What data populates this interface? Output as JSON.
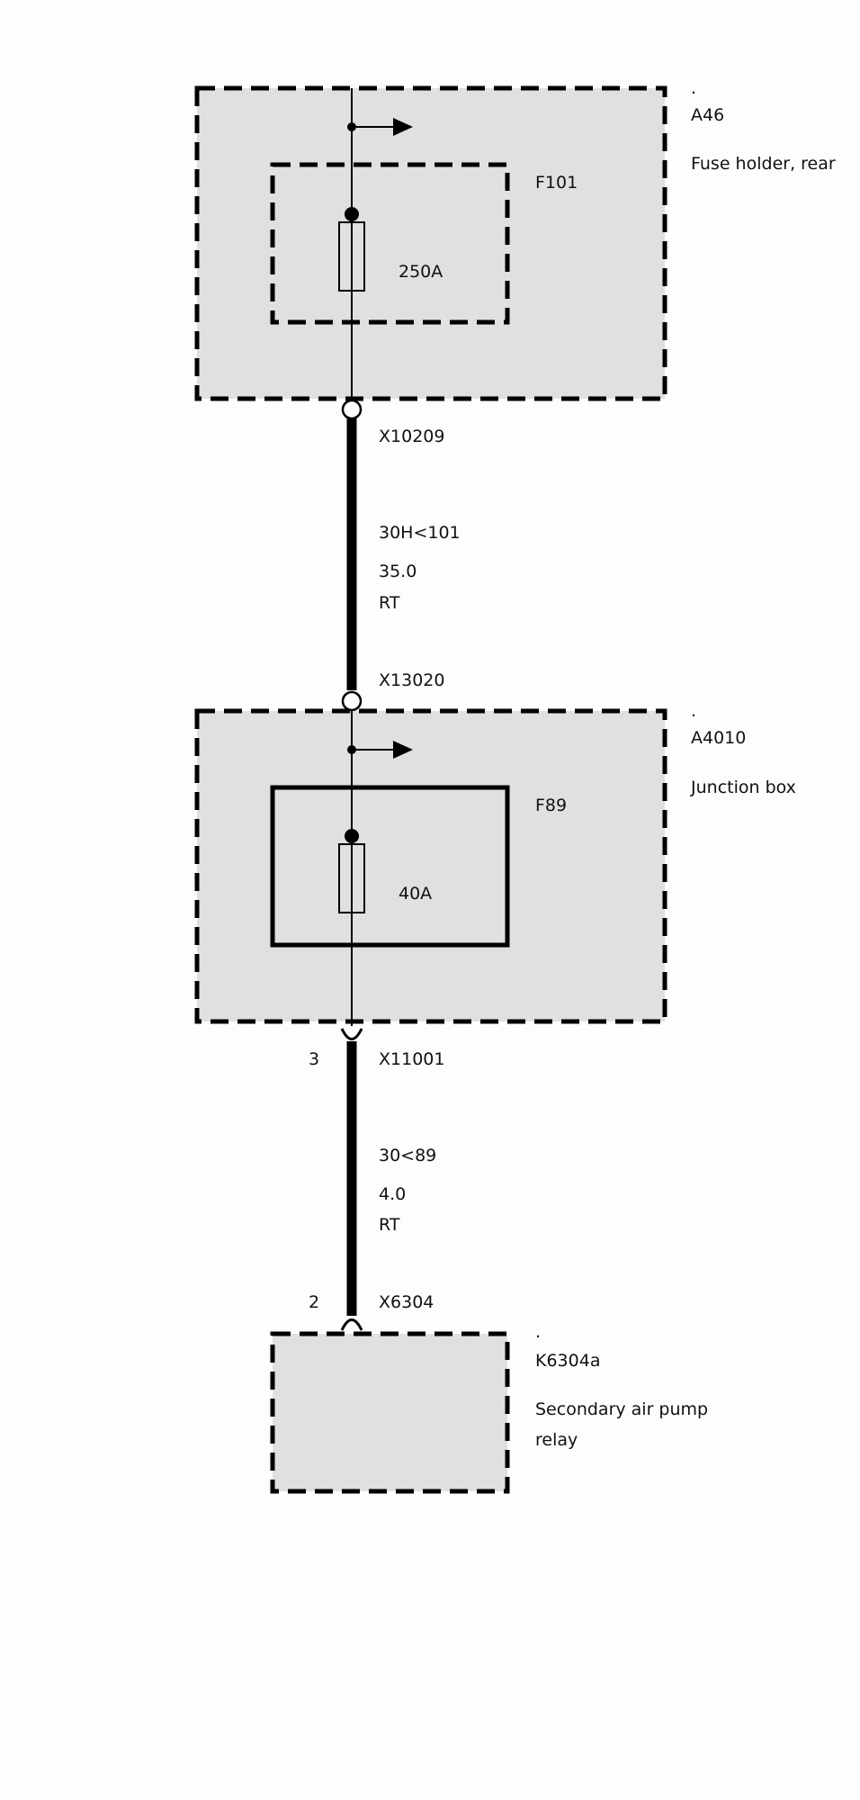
{
  "components": {
    "a46": {
      "dot": ".",
      "id": "A46",
      "name": "Fuse holder, rear"
    },
    "f101": {
      "id": "F101",
      "rating": "250A"
    },
    "a4010": {
      "dot": ".",
      "id": "A4010",
      "name": "Junction box"
    },
    "f89": {
      "id": "F89",
      "rating": "40A"
    },
    "k6304a": {
      "dot": ".",
      "id": "K6304a",
      "name_line1": "Secondary air pump",
      "name_line2": "relay"
    }
  },
  "connectors": {
    "x10209": "X10209",
    "x13020": "X13020",
    "x11001": {
      "id": "X11001",
      "pin": "3"
    },
    "x6304": {
      "id": "X6304",
      "pin": "2"
    }
  },
  "wires": {
    "w1": {
      "circuit": "30H<101",
      "cross_section": "35.0",
      "color": "RT"
    },
    "w2": {
      "circuit": "30<89",
      "cross_section": "4.0",
      "color": "RT"
    }
  },
  "colors": {
    "box_fill": "#e0e0e0",
    "line": "#000000",
    "background": "#fdfdfd"
  }
}
